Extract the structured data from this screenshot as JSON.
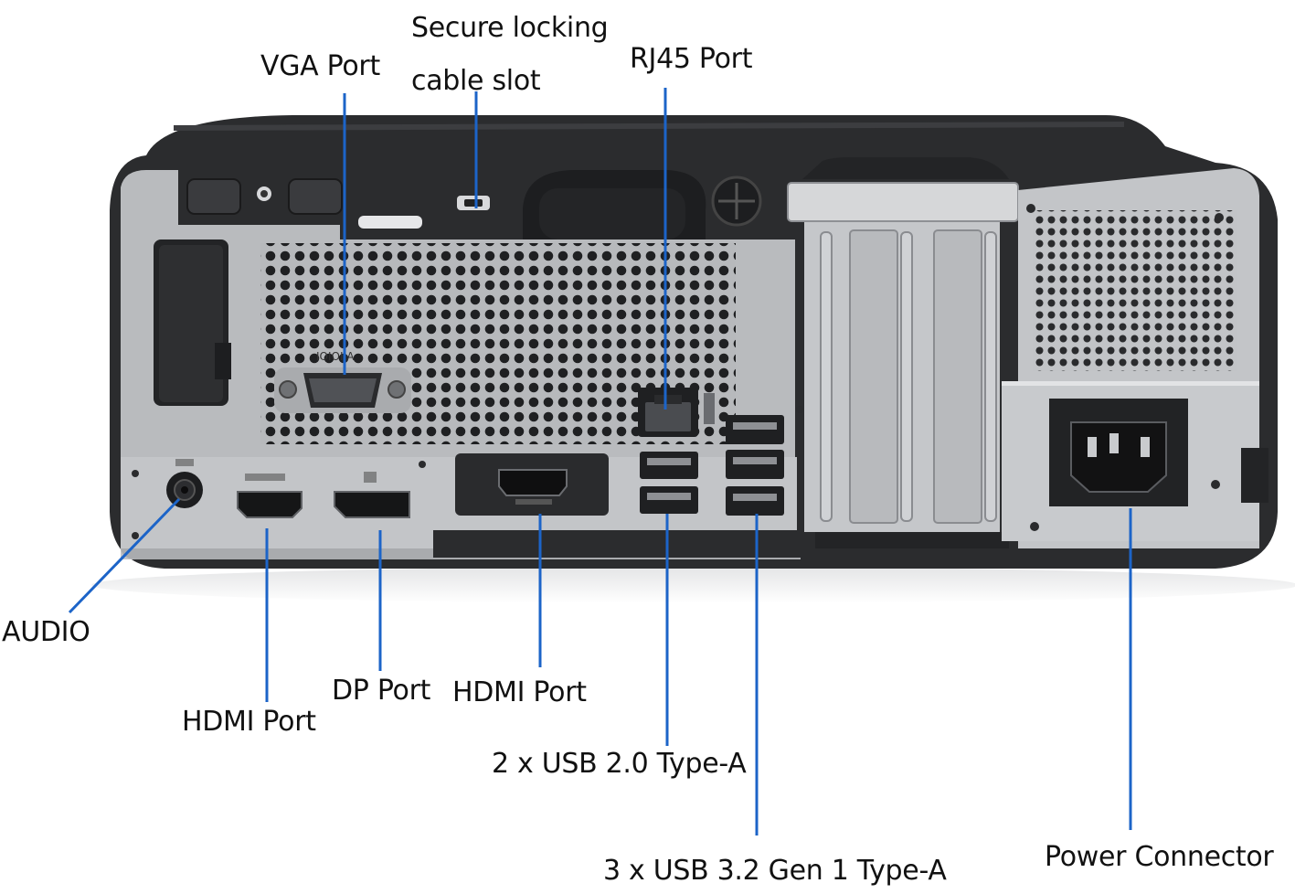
{
  "diagram": {
    "leader_color": "#1c64c8",
    "body_color": "#2b2c2e",
    "panel_color": "#b9bbbe",
    "callouts": [
      {
        "id": "vga",
        "lines": [
          "VGA Port"
        ]
      },
      {
        "id": "lock",
        "lines": [
          "Secure locking",
          "cable slot"
        ]
      },
      {
        "id": "rj45",
        "lines": [
          "RJ45 Port"
        ]
      },
      {
        "id": "audio",
        "lines": [
          "AUDIO"
        ]
      },
      {
        "id": "hdmi1",
        "lines": [
          "HDMI Port"
        ]
      },
      {
        "id": "dp",
        "lines": [
          "DP Port"
        ]
      },
      {
        "id": "hdmi2",
        "lines": [
          "HDMI Port"
        ]
      },
      {
        "id": "usb2",
        "lines": [
          "2 x USB 2.0 Type-A"
        ]
      },
      {
        "id": "usb3",
        "lines": [
          "3 x USB 3.2 Gen 1 Type-A"
        ]
      },
      {
        "id": "power",
        "lines": [
          "Power Connector"
        ]
      }
    ]
  }
}
